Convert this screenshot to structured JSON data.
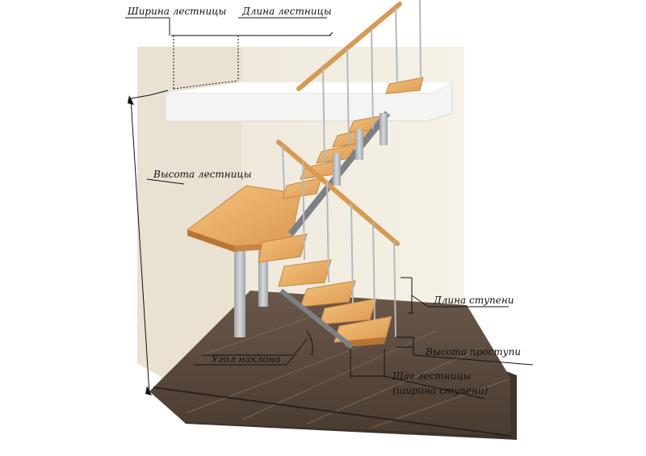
{
  "labels": {
    "stair_width": "Ширина лестницы",
    "stair_length": "Длина лестницы",
    "stair_height": "Высота лестницы",
    "step_length": "Длина ступени",
    "incline_angle": "Угол наклона",
    "riser_height": "Высота проступи",
    "stair_pitch_line1": "Шаг лестницы",
    "stair_pitch_line2": "(ширина ступени)"
  },
  "colors": {
    "wall": "#f2ede2",
    "floor": "#5b4a3d",
    "tread": "#e7a75e",
    "steel": "#b8bcc0",
    "slab": "#f7f7f7"
  }
}
